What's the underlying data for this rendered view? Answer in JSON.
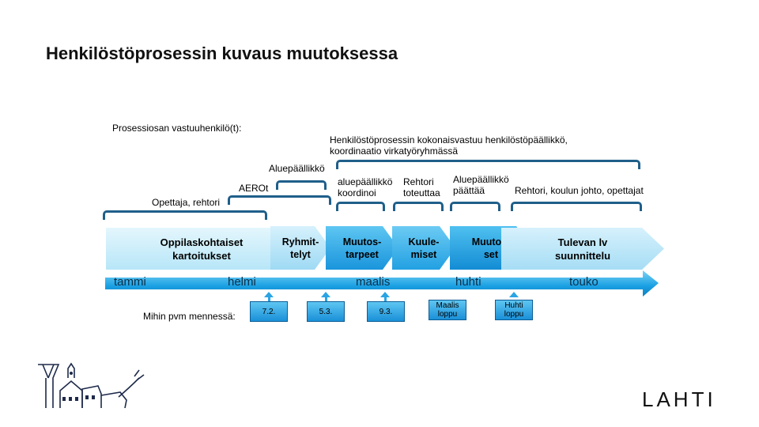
{
  "title": "Henkilöstöprosessin kuvaus muutoksessa",
  "responsible_label": "Prosessiosan vastuuhenkilö(t):",
  "responsibles": [
    {
      "text": "Opettaja, rehtori"
    },
    {
      "text": "AEROt"
    },
    {
      "text": "Aluepäällikkö"
    },
    {
      "text": "Henkilöstöprosessin kokonaisvastuu henkilöstöpäällikkö,\nkoordinaatio virkatyöryhmässä"
    },
    {
      "text": "aluepäällikkö\nkoordinoi"
    },
    {
      "text": "Rehtori\ntoteuttaa"
    },
    {
      "text": "Aluepäällikkö\npäättää"
    },
    {
      "text": "Rehtori, koulun johto, opettajat"
    }
  ],
  "phases": [
    {
      "label": "Oppilaskohtaiset\nkartoitukset"
    },
    {
      "label": "Ryhmit-\ntelyt"
    },
    {
      "label": "Muutos-\ntarpeet"
    },
    {
      "label": "Kuule-\nmiset"
    },
    {
      "label": "Muutok-\nset"
    },
    {
      "label": "Tulevan lv\nsuunnittelu"
    }
  ],
  "months": [
    "tammi",
    "helmi",
    "maalis",
    "huhti",
    "touko"
  ],
  "deadline_label": "Mihin pvm  mennessä:",
  "deadlines": [
    "7.2.",
    "5.3.",
    "9.3.",
    "Maalis\nloppu",
    "Huhti\nloppu"
  ],
  "logo_text": "LAHTI",
  "colors": {
    "brace": "#1f5f8a",
    "timeline": "#1aa0e3",
    "chevron_light": "#c9ecfa",
    "chevron_dark": "#1a9de0"
  }
}
